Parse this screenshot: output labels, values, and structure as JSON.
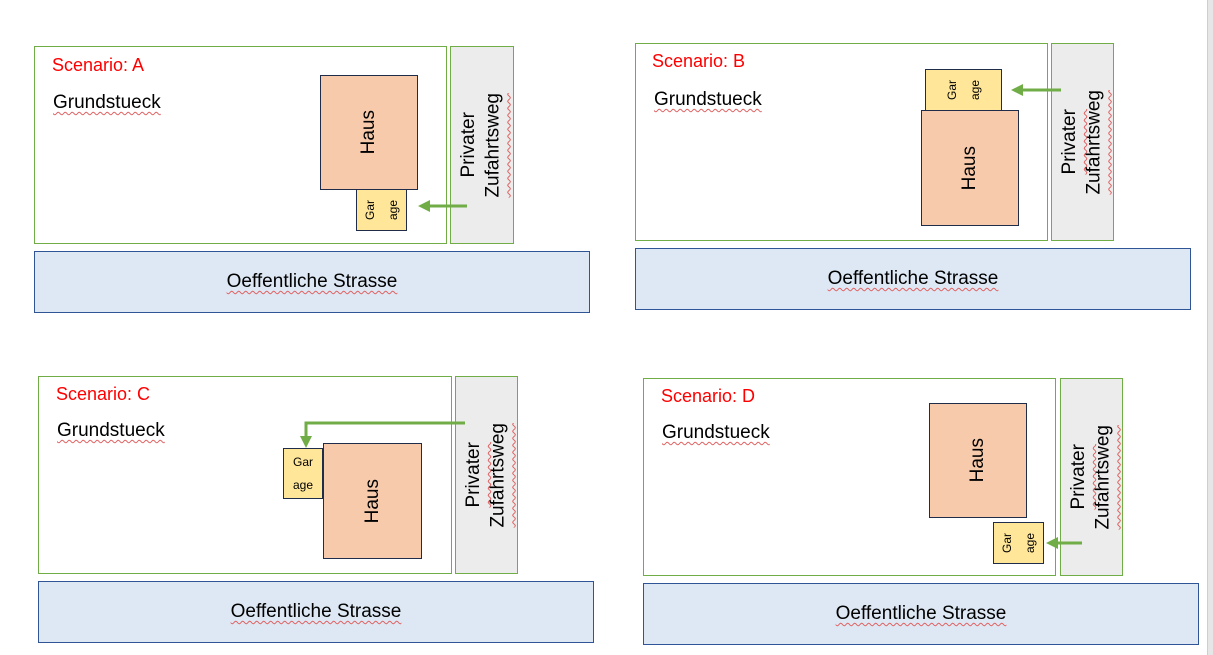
{
  "colors": {
    "lot_border": "#70ad47",
    "arrow": "#70ad47",
    "scenario_label": "#ff0000",
    "house_fill": "#f7caac",
    "garage_fill": "#ffe699",
    "driveway_fill": "#ececec",
    "street_fill": "#dde8f4",
    "street_border": "#2f5597"
  },
  "labels": {
    "lot": "Grundstueck",
    "house": "Haus",
    "garage_part1": "Gar",
    "garage_part2": "age",
    "driveway_line1": "Privater",
    "driveway_line2": "Zufahrtsweg",
    "street": "Oeffentliche Strasse"
  },
  "scenarios": [
    {
      "id": "A",
      "title": "Scenario: A",
      "garage_position": "below house, lower-left",
      "garage_text_orientation": "vertical",
      "access_arrow": "straight from driveway to garage"
    },
    {
      "id": "B",
      "title": "Scenario: B",
      "garage_position": "above house",
      "garage_text_orientation": "vertical",
      "access_arrow": "straight from driveway to garage"
    },
    {
      "id": "C",
      "title": "Scenario: C",
      "garage_position": "left of house",
      "garage_text_orientation": "horizontal",
      "access_arrow": "elbow from driveway over house down to garage"
    },
    {
      "id": "D",
      "title": "Scenario: D",
      "garage_position": "below house, lower-right",
      "garage_text_orientation": "vertical",
      "access_arrow": "straight from driveway to garage"
    }
  ]
}
